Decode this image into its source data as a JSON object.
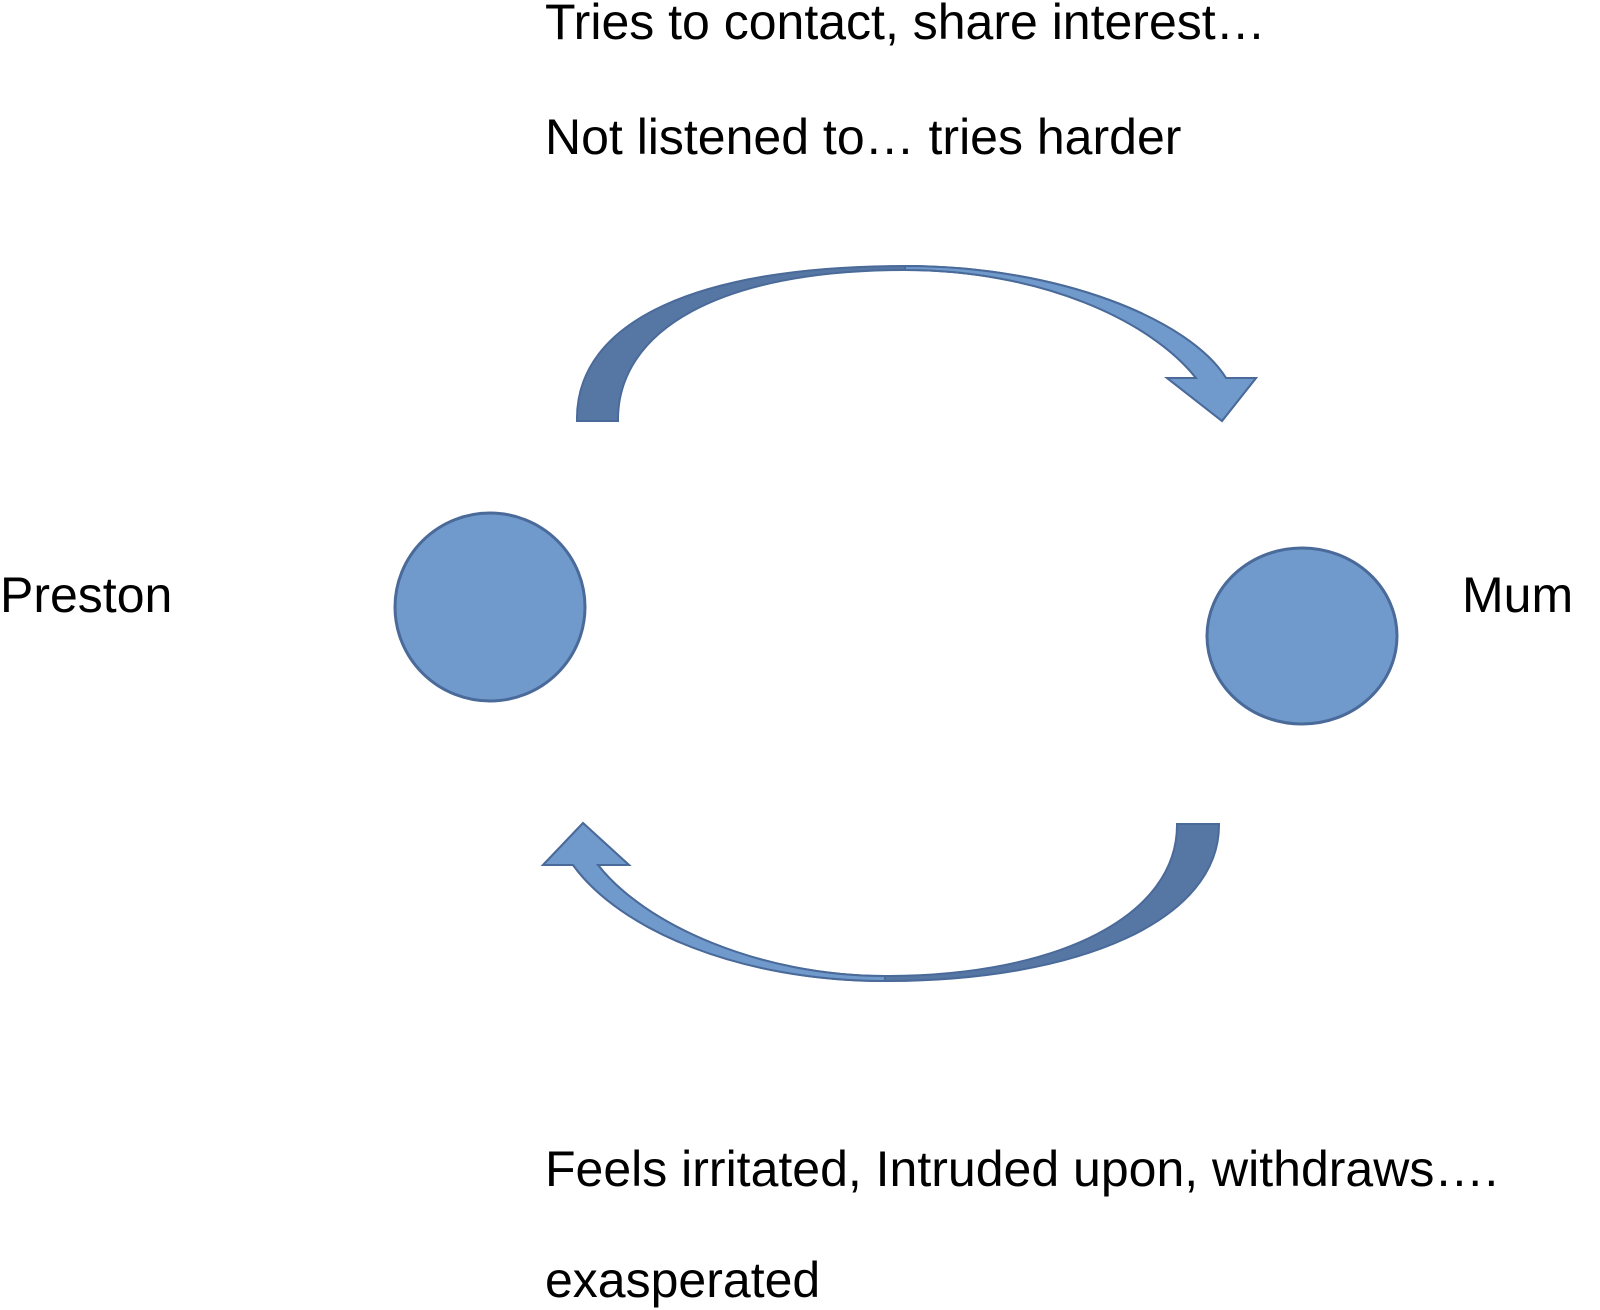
{
  "diagram": {
    "top_annotation": {
      "line1": "Tries to contact, share interest…",
      "line2": "Not listened to… tries harder"
    },
    "bottom_annotation": {
      "line1": "Feels irritated, Intruded upon, withdraws….",
      "line2": "exasperated"
    },
    "nodes": {
      "left": {
        "label": "Preston"
      },
      "right": {
        "label": "Mum"
      }
    },
    "colors": {
      "node_fill": "#7099cc",
      "node_stroke": "#4a6a99",
      "arrow_light": "#7099cc",
      "arrow_dark": "#5676a4",
      "arrow_stroke": "#4a6a99",
      "text": "#000000"
    }
  }
}
